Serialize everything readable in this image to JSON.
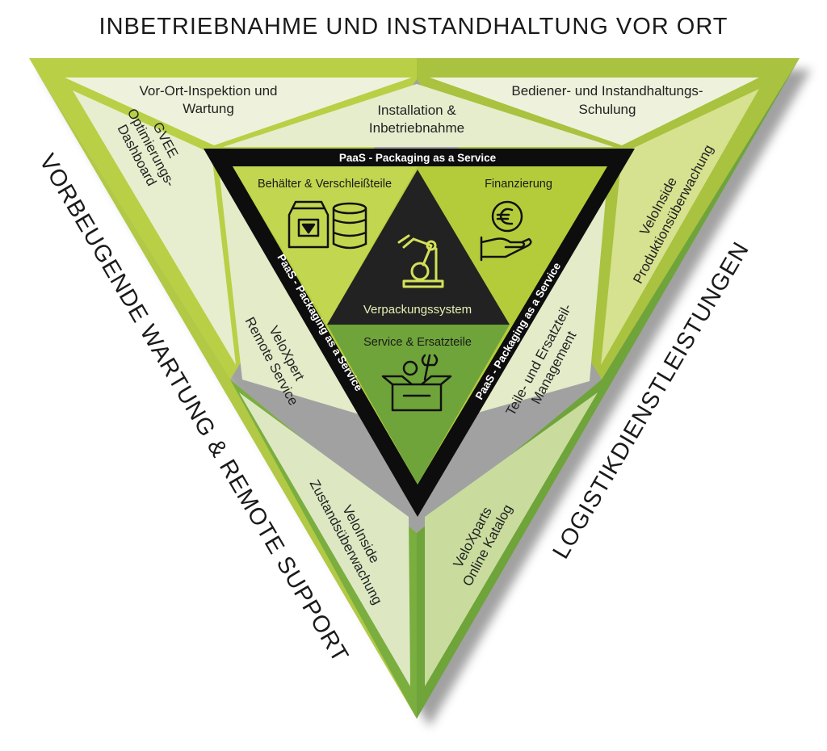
{
  "colors": {
    "outer_light": "#b9cf45",
    "outer_dark": "#6fa43a",
    "inner_fill": "#eaf0d6",
    "core_lime": "#b5cc3a",
    "core_green": "#6fa43a",
    "core_dark": "#222222",
    "band": "#0d0d0d",
    "icon_lime": "#d4e157"
  },
  "sides": {
    "top": "INBETRIEBNAHME UND INSTANDHALTUNG VOR ORT",
    "left": "VORBEUGENDE WARTUNG & REMOTE SUPPORT",
    "right": "LOGISTIKDIENSTLEISTUNGEN"
  },
  "segments": {
    "vor_ort": [
      "Vor-Ort-Inspektion und",
      "Wartung"
    ],
    "installation": [
      "Installation &",
      "Inbetriebnahme"
    ],
    "schulung": [
      "Bediener- und Instandhaltungs-",
      "Schulung"
    ],
    "gvee": [
      "GVEE",
      "Optimierungs-",
      "Dashboard"
    ],
    "veloxpert": [
      "VeloXpert",
      "Remote Service"
    ],
    "veloinside_zustand": [
      "VeloInside",
      "Zustandsüberwachung"
    ],
    "veloxparts": [
      "VeloXparts",
      "Online Katalog"
    ],
    "teile": [
      "Teile- und Ersatzteil-",
      "Management"
    ],
    "veloinside_prod": [
      "VeloInside",
      "Produktionsüberwachung"
    ]
  },
  "band": {
    "top": "PaaS - Packaging as a Service",
    "left": "PaaS - Packaging as a Service",
    "right": "PaaS - Packaging as a Service"
  },
  "core": {
    "top_left": "Behälter & Verschleißteile",
    "top_right": "Finanzierung",
    "center": "Verpackungssystem",
    "bottom": "Service & Ersatzteile"
  },
  "icons": [
    "bag-icon",
    "barrel-icon",
    "euro-hand-icon",
    "robot-arm-icon",
    "toolbox-icon"
  ]
}
